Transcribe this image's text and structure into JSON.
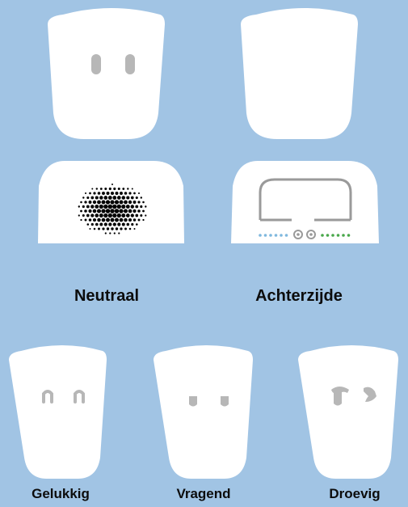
{
  "colors": {
    "background": "#a1c4e4",
    "shape": "#ffffff",
    "eye": "#b7b7b7",
    "speaker_dots": "#000000",
    "screen_outline": "#9a9a9a",
    "indicator_left": "#7fb8de",
    "indicator_right": "#49a84b"
  },
  "labels": {
    "neutral": "Neutraal",
    "back": "Achterzijde",
    "happy": "Gelukkig",
    "questioning": "Vragend",
    "sad": "Droevig"
  },
  "icons": {
    "neutral_head": "robot-head-neutral-icon",
    "back_head": "robot-head-back-icon",
    "speaker": "speaker-grille-icon",
    "screen": "rear-screen-icon",
    "happy_head": "robot-head-happy-icon",
    "questioning_head": "robot-head-questioning-icon",
    "sad_head": "robot-head-sad-icon"
  }
}
